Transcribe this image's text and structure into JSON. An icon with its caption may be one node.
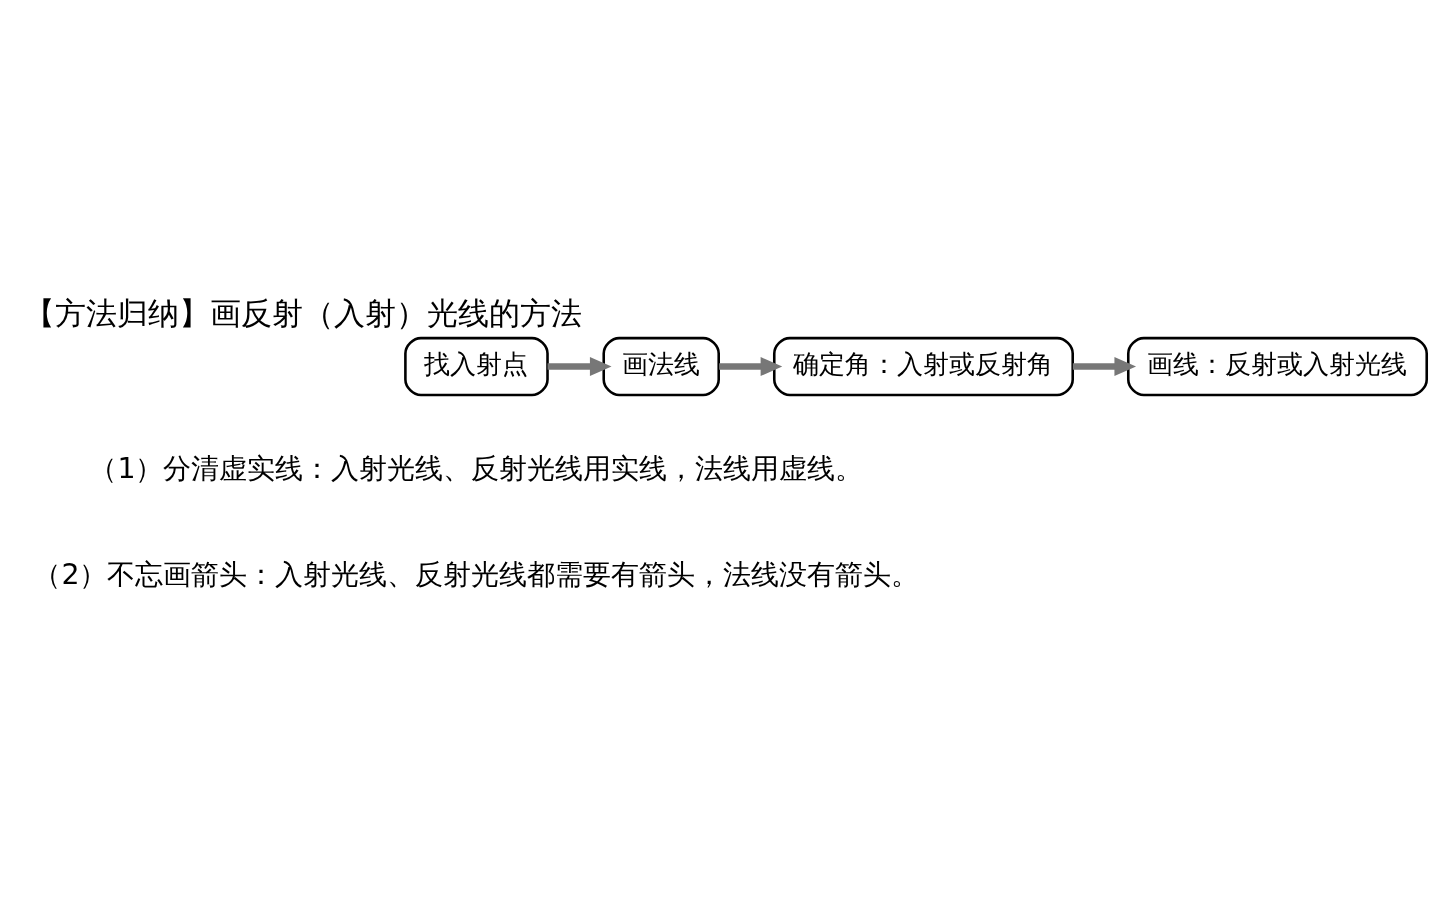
{
  "diagram": {
    "title": "【方法归纳】画反射（入射）光线的方法",
    "nodes": [
      {
        "text": [
          "找入射点"
        ]
      },
      {
        "text": [
          "画法线"
        ]
      },
      {
        "text": [
          "确定角：入射或反射角"
        ]
      },
      {
        "text": [
          "画线：反射或入射光线"
        ]
      }
    ],
    "edges": [
      {
        "from": 0,
        "to": 1,
        "arrow": "to"
      },
      {
        "from": 1,
        "to": 2,
        "arrow": "to"
      },
      {
        "from": 2,
        "to": 3,
        "arrow": "to"
      }
    ],
    "labels": [
      "（1）分清虚实线：入射光线、反射光线用实线，法线用虚线。",
      "（2）不忘画箭头：入射光线、反射光线都需要有箭头，法线没有箭头。"
    ]
  }
}
